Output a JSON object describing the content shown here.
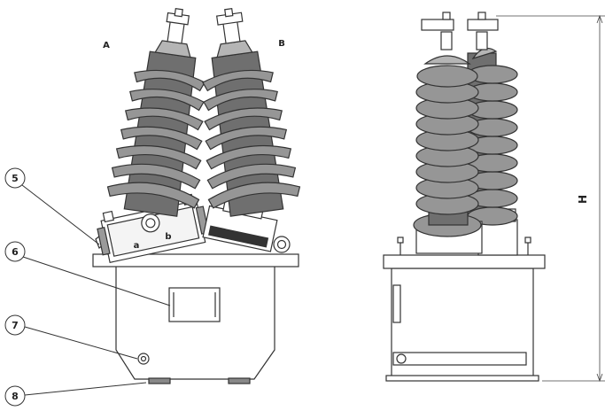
{
  "drawing": {
    "left_view": {
      "bushing_labels": [
        "A",
        "B"
      ],
      "terminal_labels": [
        "a",
        "b"
      ]
    },
    "callouts": [
      "5",
      "6",
      "7",
      "8"
    ],
    "right_view": {
      "dimension_label": "H"
    },
    "colors": {
      "porcelain": "#969696",
      "porcelain_dark": "#6f6f6f",
      "outline": "#333333",
      "body_fill": "#ffffff"
    }
  }
}
